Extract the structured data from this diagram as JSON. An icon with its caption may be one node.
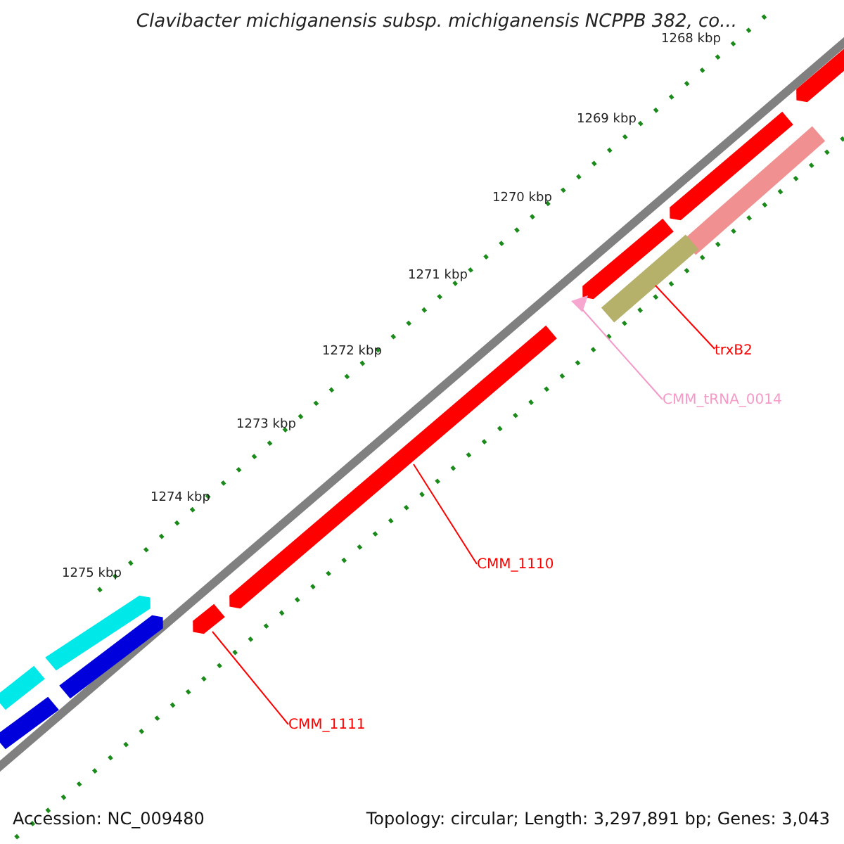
{
  "diagram": {
    "title": "Clavibacter michiganensis subsp. michiganensis NCPPB 382, co...",
    "nodes": [
      {
        "text": [
          "trxB2"
        ]
      },
      {
        "text": [],
        "shape": "bar"
      },
      {
        "text": [
          "CMM_tRNA_0014"
        ]
      },
      {
        "text": [],
        "shape": "triangle"
      },
      {
        "text": [
          "CMM_1110"
        ]
      },
      {
        "text": [],
        "shape": "bar"
      },
      {
        "text": [
          "CMM_1111"
        ]
      },
      {
        "text": [],
        "shape": "bar"
      }
    ],
    "edges": [
      {
        "from": 0,
        "to": 1,
        "arrow": "none"
      },
      {
        "from": 2,
        "to": 3,
        "arrow": "none",
        "color": "#f59ac8"
      },
      {
        "from": 4,
        "to": 5,
        "arrow": "none"
      },
      {
        "from": 6,
        "to": 7,
        "arrow": "none"
      }
    ],
    "labels": [
      "1268 kbp",
      "1269 kbp",
      "1270 kbp",
      "1271 kbp",
      "1272 kbp",
      "1273 kbp",
      "1274 kbp",
      "1275 kbp",
      "Accession: NC_009480",
      "Topology: circular; Length: 3,297,891 bp; Genes: 3,043"
    ]
  }
}
